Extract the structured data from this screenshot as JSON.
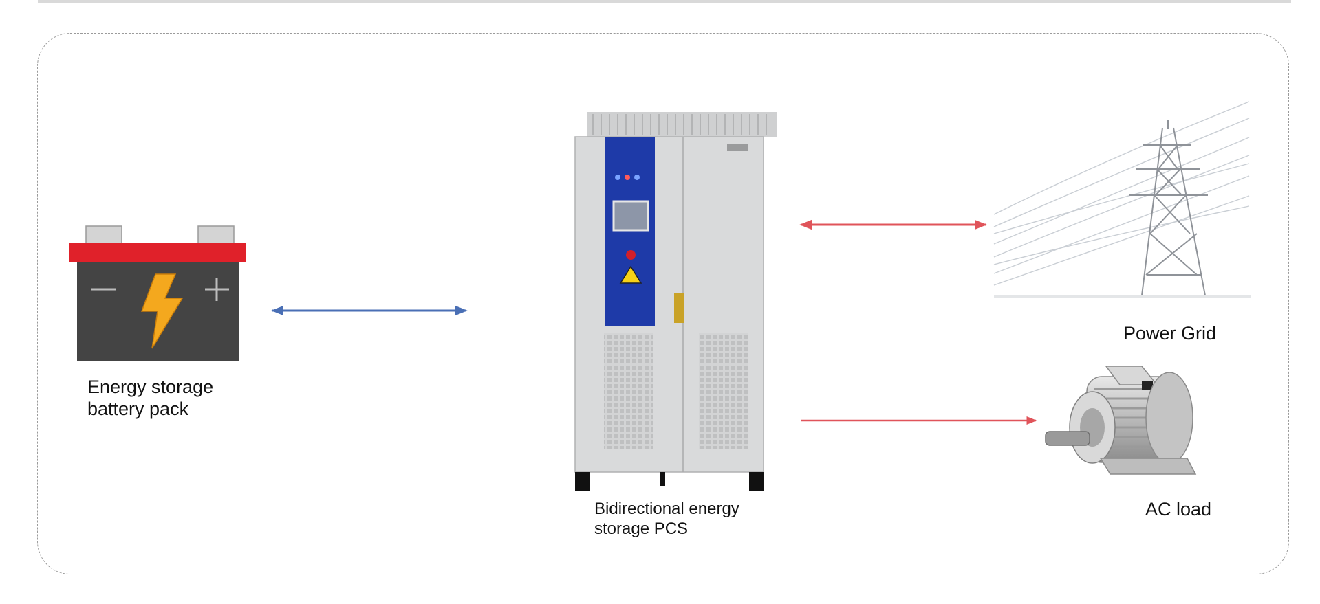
{
  "diagram": {
    "nodes": {
      "battery": {
        "label_line1": "Energy storage",
        "label_line2": "battery pack",
        "icon": "battery-icon"
      },
      "pcs": {
        "label_line1": "Bidirectional energy",
        "label_line2": "storage PCS",
        "icon": "pcs-cabinet-icon"
      },
      "grid": {
        "label": "Power Grid",
        "icon": "transmission-tower-icon"
      },
      "load": {
        "label": "AC load",
        "icon": "ac-motor-icon"
      }
    },
    "edges": [
      {
        "from": "battery",
        "to": "pcs",
        "direction": "bidirectional",
        "color": "#4a6fb5"
      },
      {
        "from": "pcs",
        "to": "grid",
        "direction": "bidirectional",
        "color": "#e0545a"
      },
      {
        "from": "pcs",
        "to": "load",
        "direction": "forward",
        "color": "#e0545a"
      }
    ],
    "colors": {
      "frame_border": "#9a9a9a",
      "battery_body": "#444444",
      "battery_lid": "#e0212a",
      "bolt": "#f4a81e",
      "cabinet_body": "#d9dadb",
      "cabinet_panel": "#1e3aa8"
    }
  }
}
